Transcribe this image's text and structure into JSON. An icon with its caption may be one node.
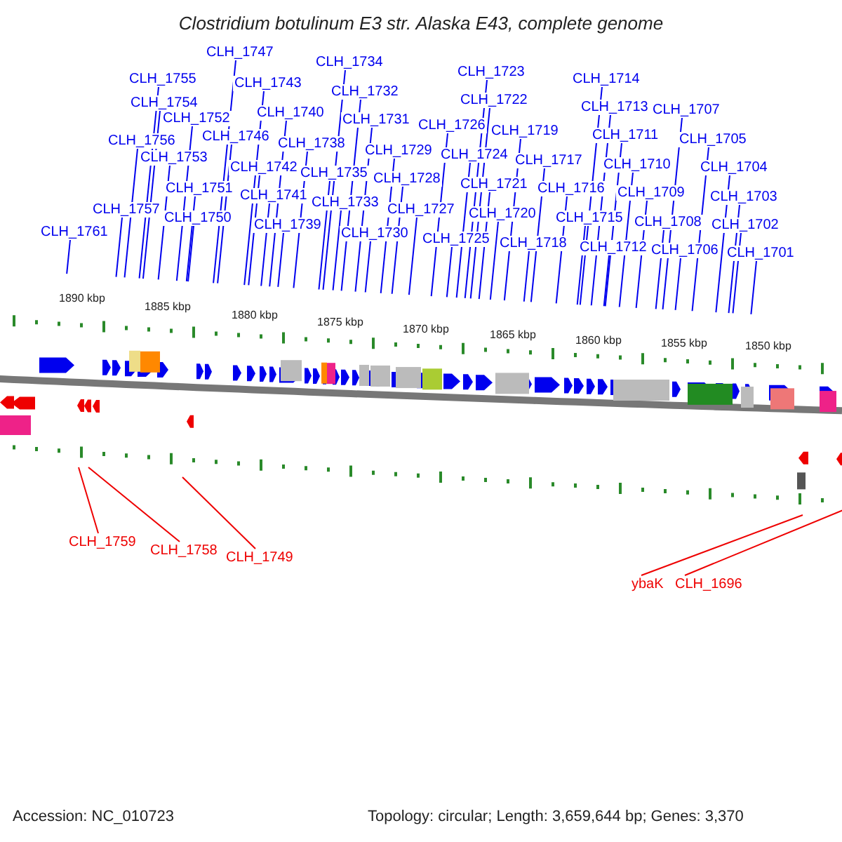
{
  "diagram": {
    "title": "Clostridium botulinum E3 str. Alaska E43, complete genome",
    "nodes": [
      {
        "text": [
          "CLH_1747"
        ]
      },
      {
        "text": [
          "CLH_1755"
        ]
      },
      {
        "text": [
          "CLH_1743"
        ]
      },
      {
        "text": [
          "CLH_1734"
        ]
      },
      {
        "text": [
          "CLH_1754"
        ]
      },
      {
        "text": [
          "CLH_1732"
        ]
      },
      {
        "text": [
          "CLH_1723"
        ]
      },
      {
        "text": [
          "CLH_1714"
        ]
      },
      {
        "text": [
          "CLH_1752"
        ]
      },
      {
        "text": [
          "CLH_1740"
        ]
      },
      {
        "text": [
          "CLH_1731"
        ]
      },
      {
        "text": [
          "CLH_1722"
        ]
      },
      {
        "text": [
          "CLH_1713"
        ]
      },
      {
        "text": [
          "CLH_1707"
        ]
      },
      {
        "text": [
          "CLH_1756"
        ]
      },
      {
        "text": [
          "CLH_1746"
        ]
      },
      {
        "text": [
          "CLH_1726"
        ]
      },
      {
        "text": [
          "CLH_1719"
        ]
      },
      {
        "text": [
          "CLH_1711"
        ]
      },
      {
        "text": [
          "CLH_1705"
        ]
      },
      {
        "text": [
          "CLH_1753"
        ]
      },
      {
        "text": [
          "CLH_1738"
        ]
      },
      {
        "text": [
          "CLH_1729"
        ]
      },
      {
        "text": [
          "CLH_1724"
        ]
      },
      {
        "text": [
          "CLH_1717"
        ]
      },
      {
        "text": [
          "CLH_1710"
        ]
      },
      {
        "text": [
          "CLH_1742"
        ]
      },
      {
        "text": [
          "CLH_1735"
        ]
      },
      {
        "text": [
          "CLH_1728"
        ]
      },
      {
        "text": [
          "CLH_1704"
        ]
      },
      {
        "text": [
          "CLH_1751"
        ]
      },
      {
        "text": [
          "CLH_1721"
        ]
      },
      {
        "text": [
          "CLH_1716"
        ]
      },
      {
        "text": [
          "CLH_1709"
        ]
      },
      {
        "text": [
          "CLH_1703"
        ]
      },
      {
        "text": [
          "CLH_1741"
        ]
      },
      {
        "text": [
          "CLH_1733"
        ]
      },
      {
        "text": [
          "CLH_1727"
        ]
      },
      {
        "text": [
          "CLH_1757"
        ]
      },
      {
        "text": [
          "CLH_1720"
        ]
      },
      {
        "text": [
          "CLH_1715"
        ]
      },
      {
        "text": [
          "CLH_1708"
        ]
      },
      {
        "text": [
          "CLH_1702"
        ]
      },
      {
        "text": [
          "CLH_1750"
        ]
      },
      {
        "text": [
          "CLH_1739"
        ]
      },
      {
        "text": [
          "CLH_1730"
        ]
      },
      {
        "text": [
          "CLH_1725"
        ]
      },
      {
        "text": [
          "CLH_1718"
        ]
      },
      {
        "text": [
          "CLH_1712"
        ]
      },
      {
        "text": [
          "CLH_1706"
        ]
      },
      {
        "text": [
          "CLH_1701"
        ]
      },
      {
        "text": [
          "CLH_1761"
        ]
      },
      {
        "text": [
          "CLH_1759"
        ]
      },
      {
        "text": [
          "CLH_1758"
        ]
      },
      {
        "text": [
          "CLH_1749"
        ]
      },
      {
        "text": [
          "ybaK"
        ]
      },
      {
        "text": [
          "CLH_1696"
        ]
      }
    ],
    "edges": [
      {
        "from": 0,
        "to": null,
        "arrow": "none"
      },
      {
        "from": 1,
        "to": null,
        "arrow": "none"
      },
      {
        "from": 2,
        "to": null,
        "arrow": "none"
      },
      {
        "from": 3,
        "to": null,
        "arrow": "none"
      },
      {
        "from": 4,
        "to": null,
        "arrow": "none"
      },
      {
        "from": 5,
        "to": null,
        "arrow": "none"
      },
      {
        "from": 6,
        "to": null,
        "arrow": "none"
      },
      {
        "from": 7,
        "to": null,
        "arrow": "none"
      },
      {
        "from": 8,
        "to": null,
        "arrow": "none"
      },
      {
        "from": 9,
        "to": null,
        "arrow": "none"
      },
      {
        "from": 10,
        "to": null,
        "arrow": "none"
      },
      {
        "from": 11,
        "to": null,
        "arrow": "none"
      },
      {
        "from": 12,
        "to": null,
        "arrow": "none"
      },
      {
        "from": 13,
        "to": null,
        "arrow": "none"
      },
      {
        "from": 14,
        "to": null,
        "arrow": "none"
      },
      {
        "from": 15,
        "to": null,
        "arrow": "none"
      },
      {
        "from": 16,
        "to": null,
        "arrow": "none"
      },
      {
        "from": 17,
        "to": null,
        "arrow": "none"
      },
      {
        "from": 18,
        "to": null,
        "arrow": "none"
      },
      {
        "from": 19,
        "to": null,
        "arrow": "none"
      },
      {
        "from": 20,
        "to": null,
        "arrow": "none"
      },
      {
        "from": 21,
        "to": null,
        "arrow": "none"
      },
      {
        "from": 22,
        "to": null,
        "arrow": "none"
      },
      {
        "from": 23,
        "to": null,
        "arrow": "none"
      },
      {
        "from": 24,
        "to": null,
        "arrow": "none"
      },
      {
        "from": 25,
        "to": null,
        "arrow": "none"
      },
      {
        "from": 26,
        "to": null,
        "arrow": "none"
      },
      {
        "from": 27,
        "to": null,
        "arrow": "none"
      },
      {
        "from": 28,
        "to": null,
        "arrow": "none"
      },
      {
        "from": 29,
        "to": null,
        "arrow": "none"
      },
      {
        "from": 30,
        "to": null,
        "arrow": "none"
      },
      {
        "from": 31,
        "to": null,
        "arrow": "none"
      },
      {
        "from": 32,
        "to": null,
        "arrow": "none"
      },
      {
        "from": 33,
        "to": null,
        "arrow": "none"
      },
      {
        "from": 34,
        "to": null,
        "arrow": "none"
      },
      {
        "from": 35,
        "to": null,
        "arrow": "none"
      },
      {
        "from": 36,
        "to": null,
        "arrow": "none"
      },
      {
        "from": 37,
        "to": null,
        "arrow": "none"
      },
      {
        "from": 38,
        "to": null,
        "arrow": "none"
      },
      {
        "from": 39,
        "to": null,
        "arrow": "none"
      },
      {
        "from": 40,
        "to": null,
        "arrow": "none"
      },
      {
        "from": 41,
        "to": null,
        "arrow": "none"
      },
      {
        "from": 42,
        "to": null,
        "arrow": "none"
      },
      {
        "from": 43,
        "to": null,
        "arrow": "none"
      },
      {
        "from": 44,
        "to": null,
        "arrow": "none"
      },
      {
        "from": 45,
        "to": null,
        "arrow": "none"
      },
      {
        "from": 46,
        "to": null,
        "arrow": "none"
      },
      {
        "from": 47,
        "to": null,
        "arrow": "none"
      },
      {
        "from": 48,
        "to": null,
        "arrow": "none"
      },
      {
        "from": 49,
        "to": null,
        "arrow": "none"
      },
      {
        "from": 50,
        "to": null,
        "arrow": "none"
      },
      {
        "from": 51,
        "to": null,
        "arrow": "none"
      },
      {
        "from": 52,
        "to": null,
        "arrow": "none",
        "color": "#ee0000"
      },
      {
        "from": 53,
        "to": null,
        "arrow": "none",
        "color": "#ee0000"
      },
      {
        "from": 54,
        "to": null,
        "arrow": "none",
        "color": "#ee0000"
      },
      {
        "from": 55,
        "to": null,
        "arrow": "none",
        "color": "#ee0000"
      },
      {
        "from": 56,
        "to": null,
        "arrow": "none",
        "color": "#ee0000"
      }
    ],
    "labels": [
      "1890 kbp",
      "1885 kbp",
      "1880 kbp",
      "1875 kbp",
      "1870 kbp",
      "1865 kbp",
      "1860 kbp",
      "1855 kbp",
      "1850 kbp",
      "Accession: NC_010723",
      "Topology: circular; Length: 3,659,644 bp; Genes: 3,370"
    ]
  }
}
